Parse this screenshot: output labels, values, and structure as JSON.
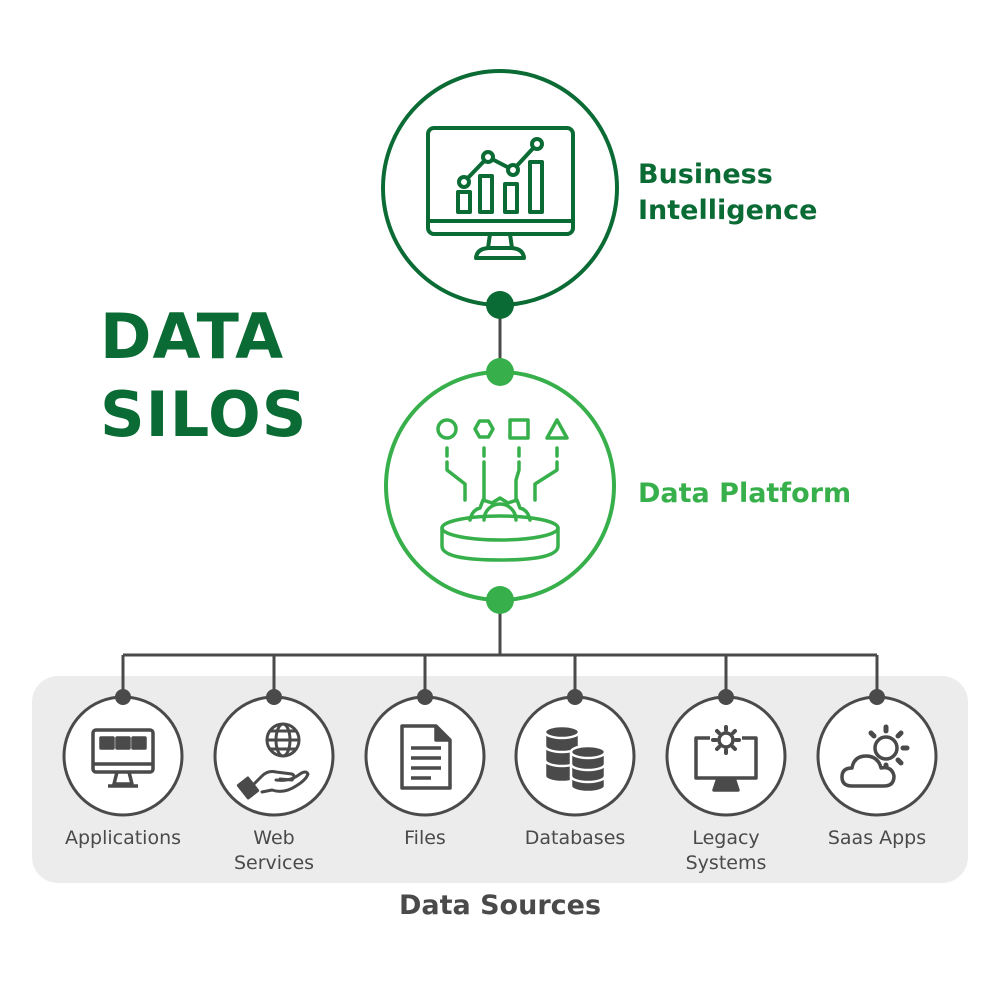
{
  "title": {
    "line1": "DATA",
    "line2": "SILOS"
  },
  "top_node": {
    "label_line1": "Business",
    "label_line2": "Intelligence",
    "icon": "chart-monitor-icon"
  },
  "middle_node": {
    "label": "Data Platform",
    "icon": "data-merge-gear-icon"
  },
  "sources": [
    {
      "label_line1": "Applications",
      "label_line2": "",
      "icon": "application-monitor-icon"
    },
    {
      "label_line1": "Web",
      "label_line2": "Services",
      "icon": "globe-hand-icon"
    },
    {
      "label_line1": "Files",
      "label_line2": "",
      "icon": "document-icon"
    },
    {
      "label_line1": "Databases",
      "label_line2": "",
      "icon": "database-icon"
    },
    {
      "label_line1": "Legacy",
      "label_line2": "Systems",
      "icon": "monitor-gear-icon"
    },
    {
      "label_line1": "Saas Apps",
      "label_line2": "",
      "icon": "cloud-gear-icon"
    }
  ],
  "footer": "Data Sources",
  "colors": {
    "dark_green": "#0a6b34",
    "light_green": "#37b04b",
    "gray": "#4a4a4a",
    "panel": "#ececec"
  }
}
